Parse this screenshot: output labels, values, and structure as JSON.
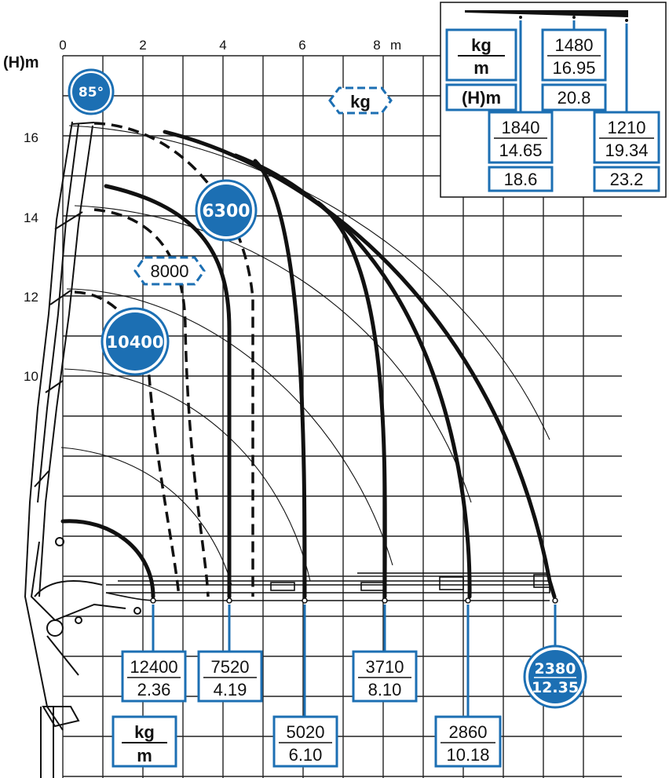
{
  "axis": {
    "y_unit": "(H)m",
    "x_unit": "m",
    "x_ticks": [
      "0",
      "2",
      "4",
      "6",
      "8"
    ],
    "y_ticks": [
      "16",
      "14",
      "12",
      "10"
    ]
  },
  "badges": {
    "angle": "85°",
    "load_6300": "6300",
    "load_10400": "10400",
    "last_kg": "2380",
    "last_m": "12.35"
  },
  "tags": {
    "kg": "kg",
    "load_8000": "8000"
  },
  "legend": {
    "kg": "kg",
    "m": "m",
    "h": "(H)m"
  },
  "inset": {
    "kg": "kg",
    "m": "m",
    "h": "(H)m",
    "tip_a": {
      "kg": "1480",
      "m": "16.95",
      "h": "20.8"
    },
    "tip_b": {
      "kg": "1840",
      "m": "14.65",
      "h": "18.6"
    },
    "tip_c": {
      "kg": "1210",
      "m": "19.34",
      "h": "23.2"
    }
  },
  "outreach_boxes": [
    {
      "kg": "12400",
      "m": "2.36"
    },
    {
      "kg": "7520",
      "m": "4.19"
    },
    {
      "kg": "5020",
      "m": "6.10"
    },
    {
      "kg": "3710",
      "m": "8.10"
    },
    {
      "kg": "2860",
      "m": "10.18"
    }
  ],
  "colors": {
    "blue": "#1c6fb3",
    "line": "#111111",
    "grid": "#222222"
  }
}
